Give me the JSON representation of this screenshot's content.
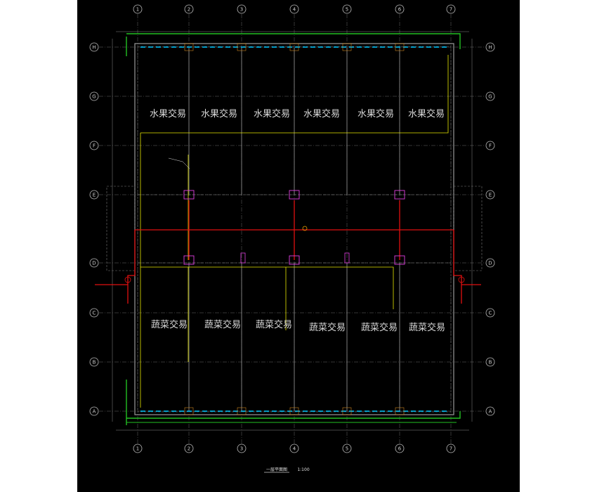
{
  "drawing": {
    "title": "一层平面图",
    "scale": "1:100"
  },
  "axes": {
    "columns_top": [
      "1",
      "2",
      "3",
      "4",
      "5",
      "6",
      "7"
    ],
    "columns_bottom": [
      "1",
      "2",
      "3",
      "4",
      "5",
      "6",
      "7"
    ],
    "rows_left": [
      "H",
      "G",
      "F",
      "E",
      "D",
      "C",
      "B",
      "A"
    ],
    "rows_right": [
      "H",
      "G",
      "F",
      "E",
      "D",
      "C",
      "B",
      "A"
    ]
  },
  "rooms": {
    "upper": [
      "水果交易",
      "水果交易",
      "水果交易",
      "水果交易",
      "水果交易",
      "水果交易"
    ],
    "lower": [
      "蔬菜交易",
      "蔬菜交易",
      "蔬菜交易",
      "蔬菜交易",
      "蔬菜交易",
      "蔬菜交易"
    ]
  },
  "colors": {
    "background": "#000000",
    "wall": "#9a9a9a",
    "water_supply": "#e6e600",
    "fire_main": "#e01010",
    "drain": "#00c8ff",
    "green_pipe": "#22c022",
    "magenta": "#e040e0"
  }
}
